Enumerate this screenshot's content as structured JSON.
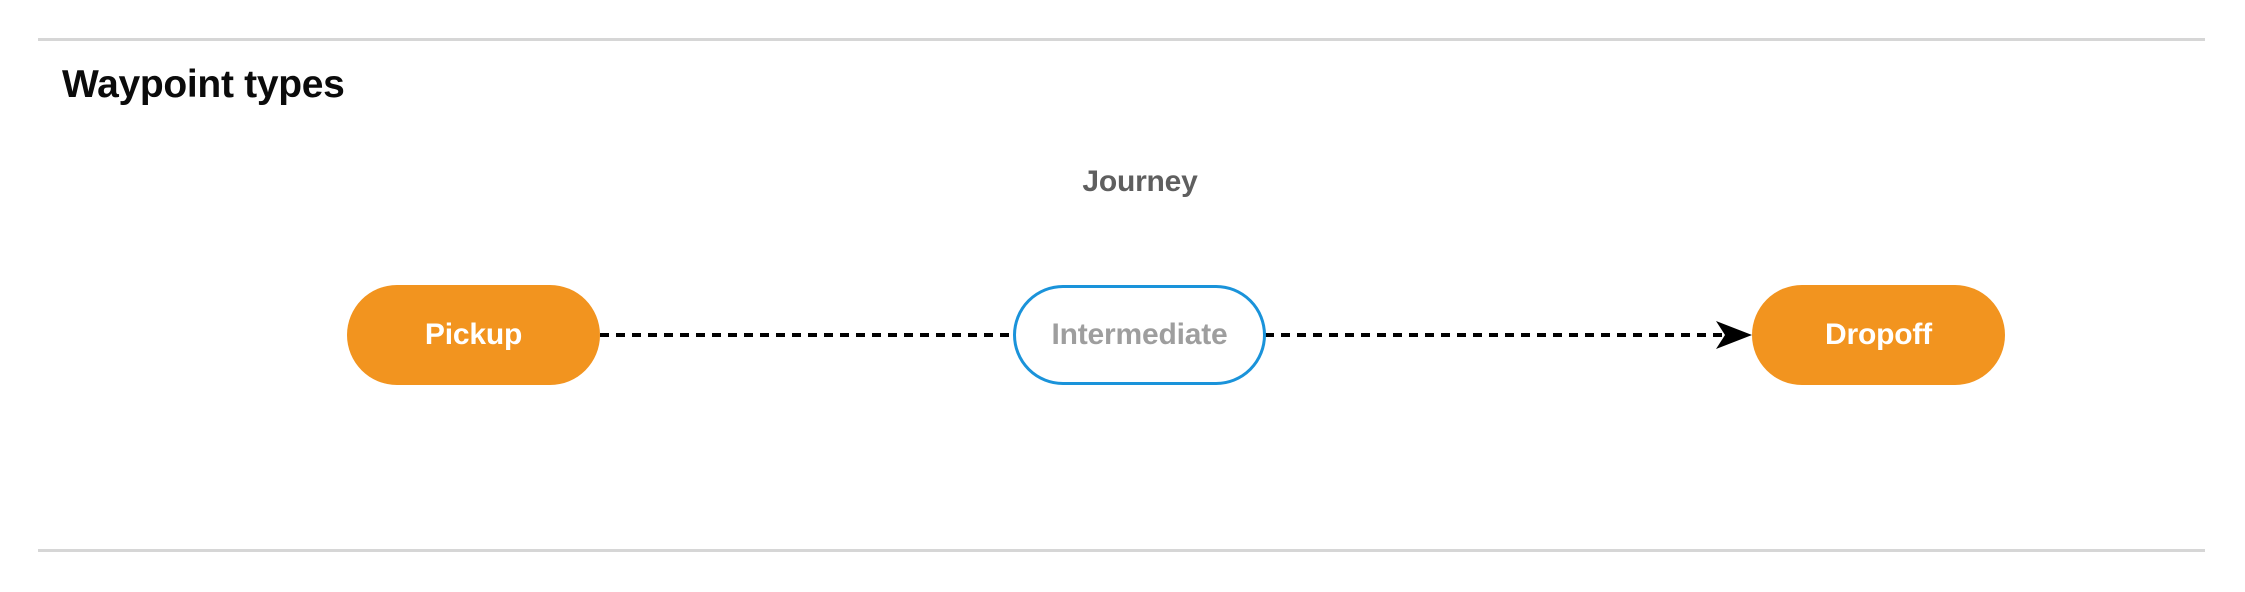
{
  "section": {
    "title": "Waypoint types"
  },
  "diagram": {
    "group_label": "Journey",
    "nodes": [
      {
        "id": "pickup",
        "label": "Pickup",
        "style": "filled",
        "fill": "#f2941f",
        "text_color": "#ffffff"
      },
      {
        "id": "intermediate",
        "label": "Intermediate",
        "style": "outlined",
        "fill": "#ffffff",
        "text_color": "#9e9e9e",
        "border_color": "#1a93da"
      },
      {
        "id": "dropoff",
        "label": "Dropoff",
        "style": "filled",
        "fill": "#f2941f",
        "text_color": "#ffffff"
      }
    ],
    "edges": [
      {
        "from": "pickup",
        "to": "intermediate",
        "style": "dashed",
        "arrowhead": false,
        "color": "#000000"
      },
      {
        "from": "intermediate",
        "to": "dropoff",
        "style": "dashed",
        "arrowhead": true,
        "color": "#000000"
      }
    ]
  },
  "colors": {
    "background": "#ffffff",
    "rule": "#d6d6d6",
    "waypoint_orange": "#f2941f",
    "intermediate_blue": "#1a93da",
    "heading_text": "#0b0b0b",
    "muted_text": "#5f5f5f",
    "edge": "#000000"
  }
}
